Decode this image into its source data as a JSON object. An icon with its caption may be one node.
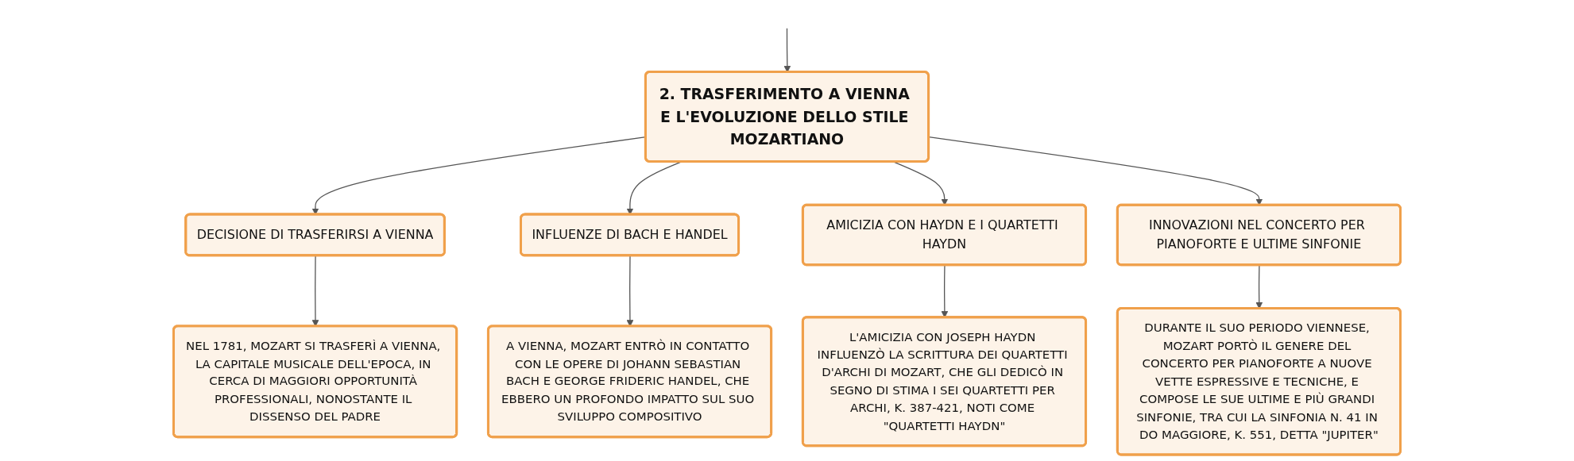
{
  "diagram": {
    "nodes": [
      {
        "text": [
          "2. TRASFERIMENTO A VIENNA E L'EVOLUZIONE DELLO STILE MOZARTIANO"
        ]
      },
      {
        "text": [
          "DECISIONE DI TRASFERIRSI A VIENNA"
        ]
      },
      {
        "text": [
          "INFLUENZE DI BACH E HANDEL"
        ]
      },
      {
        "text": [
          "AMICIZIA CON HAYDN E I QUARTETTI HAYDN"
        ]
      },
      {
        "text": [
          "INNOVAZIONI NEL CONCERTO PER PIANOFORTE E ULTIME SINFONIE"
        ]
      },
      {
        "text": [
          "NEL 1781, MOZART SI TRASFERÌ A VIENNA, LA CAPITALE MUSICALE DELL'EPOCA, IN CERCA DI MAGGIORI OPPORTUNITÀ PROFESSIONALI, NONOSTANTE IL DISSENSO DEL PADRE"
        ]
      },
      {
        "text": [
          "A VIENNA, MOZART ENTRÒ IN CONTATTO CON LE OPERE DI JOHANN SEBASTIAN BACH E GEORGE FRIDERIC HANDEL, CHE EBBERO UN PROFONDO IMPATTO SUL SUO SVILUPPO COMPOSITIVO"
        ]
      },
      {
        "text": [
          "L'AMICIZIA CON JOSEPH HAYDN INFLUENZÒ LA SCRITTURA DEI QUARTETTI D'ARCHI DI MOZART, CHE GLI DEDICÒ IN SEGNO DI STIMA I SEI QUARTETTI PER ARCHI, K. 387-421, NOTI COME \"QUARTETTI HAYDN\""
        ]
      },
      {
        "text": [
          "DURANTE IL SUO PERIODO VIENNESE, MOZART PORTÒ IL GENERE DEL CONCERTO PER PIANOFORTE A NUOVE VETTE ESPRESSIVE E TECNICHE, E COMPOSE LE SUE ULTIME E PIÙ GRANDI SINFONIE, TRA CUI LA SINFONIA N. 41 IN DO MAGGIORE, K. 551, DETTA \"JUPITER\""
        ]
      }
    ],
    "edges": [
      {
        "from": null,
        "to": 0,
        "arrow": "to"
      },
      {
        "from": 0,
        "to": 1,
        "arrow": "to"
      },
      {
        "from": 0,
        "to": 2,
        "arrow": "to"
      },
      {
        "from": 0,
        "to": 3,
        "arrow": "to"
      },
      {
        "from": 0,
        "to": 4,
        "arrow": "to"
      },
      {
        "from": 1,
        "to": 5,
        "arrow": "to"
      },
      {
        "from": 2,
        "to": 6,
        "arrow": "to"
      },
      {
        "from": 3,
        "to": 7,
        "arrow": "to"
      },
      {
        "from": 4,
        "to": 8,
        "arrow": "to"
      }
    ]
  }
}
